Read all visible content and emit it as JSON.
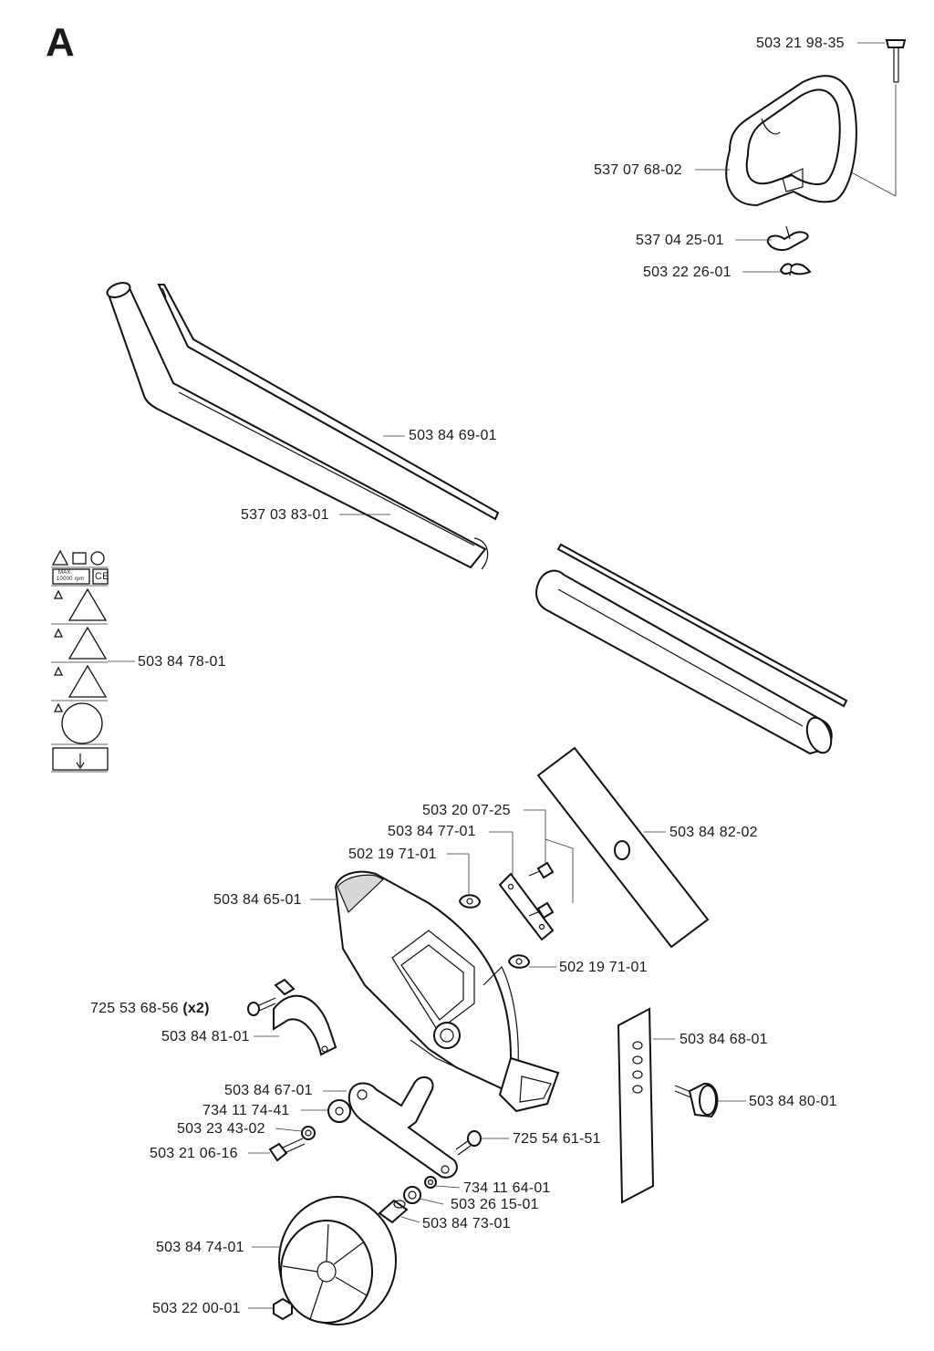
{
  "section_letter": "A",
  "parts": {
    "p1": "503 21 98-35",
    "p2": "537 07 68-02",
    "p3": "537 04 25-01",
    "p4": "503 22 26-01",
    "p5": "503 84 69-01",
    "p6": "537 03 83-01",
    "p7": "503 84 78-01",
    "p8": "503 20 07-25",
    "p9": "503 84 77-01",
    "p10": "503 84 82-02",
    "p11": "502 19 71-01",
    "p12": "503 84 65-01",
    "p13": "502 19 71-01",
    "p14": "725 53 68-56",
    "p14_qty": "(x2)",
    "p15": "503 84 81-01",
    "p16": "503 84 68-01",
    "p17": "503 84 67-01",
    "p18": "734 11 74-41",
    "p19": "503 84 80-01",
    "p20": "503 23 43-02",
    "p21": "725 54 61-51",
    "p22": "503 21 06-16",
    "p23": "734 11 64-01",
    "p24": "503 26 15-01",
    "p25": "503 84 73-01",
    "p26": "503 84 74-01",
    "p27": "503 22 00-01"
  },
  "decal_text": {
    "max": "MAX",
    "rpm": "10000 rpm",
    "ce": "CE"
  }
}
